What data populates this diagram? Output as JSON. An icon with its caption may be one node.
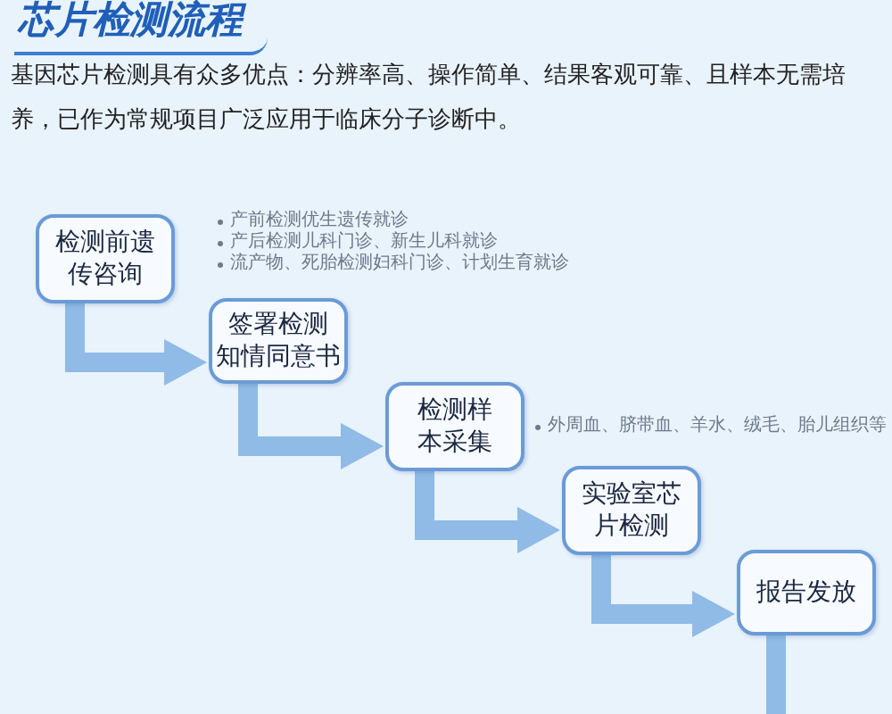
{
  "diagram": {
    "title": "芯片检测流程",
    "caption": "基因芯片检测具有众多优点：分辨率高、操作简单、结果客观可靠、且样本无需培养，已作为常规项目广泛应用于临床分子诊断中。",
    "nodes": [
      {
        "text": [
          "检测前遗传咨询"
        ],
        "beside": [
          "产前检测优生遗传就诊",
          "产后检测儿科门诊、新生儿科就诊",
          "流产物、死胎检测妇科门诊、计划生育就诊"
        ]
      },
      {
        "text": [
          "签署检测知情同意书"
        ]
      },
      {
        "text": [
          "检测样本采集"
        ],
        "beside": [
          "外周血、脐带血、羊水、绒毛、胎儿组织等"
        ]
      },
      {
        "text": [
          "实验室芯片检测"
        ]
      },
      {
        "text": [
          "报告发放"
        ]
      }
    ],
    "edges": [
      {
        "from": 0,
        "to": 1,
        "arrow": "to"
      },
      {
        "from": 1,
        "to": 2,
        "arrow": "to"
      },
      {
        "from": 2,
        "to": 3,
        "arrow": "to"
      },
      {
        "from": 3,
        "to": 4,
        "arrow": "to"
      },
      {
        "from": 4,
        "to": null,
        "arrow": "none"
      }
    ]
  }
}
